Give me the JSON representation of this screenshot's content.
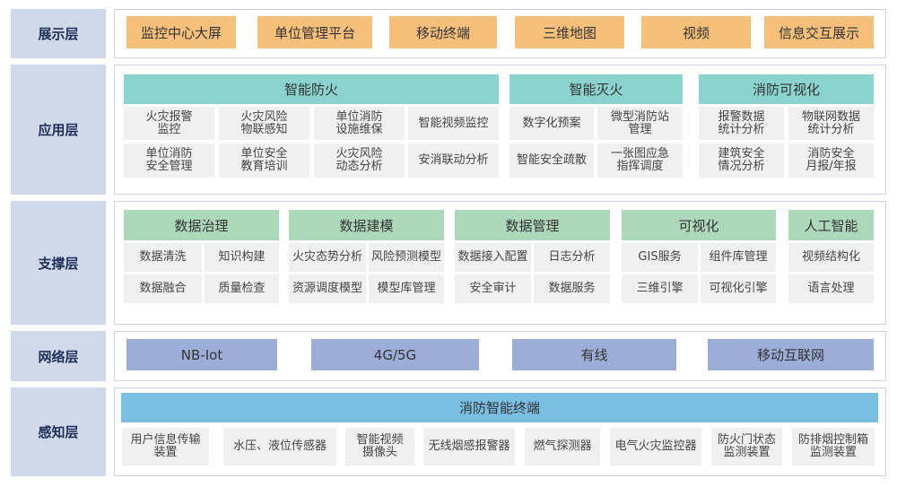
{
  "layers": {
    "display": {
      "label": "展示层",
      "items": [
        "监控中心大屏",
        "单位管理平台",
        "移动终端",
        "三维地图",
        "视频",
        "信息交互展示"
      ]
    },
    "application": {
      "label": "应用层",
      "groups": [
        {
          "title": "智能防火",
          "items": [
            "火灾报警\n监控",
            "火灾风险\n物联感知",
            "单位消防\n设施维保",
            "智能视频监控",
            "单位消防\n安全管理",
            "单位安全\n教育培训",
            "火灾风险\n动态分析",
            "安消联动分析"
          ]
        },
        {
          "title": "智能灭火",
          "items": [
            "数字化预案",
            "微型消防站\n管理",
            "智能安全疏散",
            "一张图应急\n指挥调度"
          ]
        },
        {
          "title": "消防可视化",
          "items": [
            "报警数据\n统计分析",
            "物联网数据\n统计分析",
            "建筑安全\n情况分析",
            "消防安全\n月报/年报"
          ]
        }
      ]
    },
    "support": {
      "label": "支撑层",
      "groups": [
        {
          "title": "数据治理",
          "items": [
            "数据清洗",
            "知识构建",
            "数据融合",
            "质量检查"
          ]
        },
        {
          "title": "数据建模",
          "items": [
            "火灾态势分析",
            "风险预测模型",
            "资源调度模型",
            "模型库管理"
          ]
        },
        {
          "title": "数据管理",
          "items": [
            "数据接入配置",
            "日志分析",
            "安全审计",
            "数据服务"
          ]
        },
        {
          "title": "可视化",
          "items": [
            "GIS服务",
            "组件库管理",
            "三维引擎",
            "可视化引擎"
          ]
        },
        {
          "title": "人工智能",
          "items": [
            "视频结构化",
            "语言处理"
          ]
        }
      ]
    },
    "network": {
      "label": "网络层",
      "items": [
        "NB-Iot",
        "4G/5G",
        "有线",
        "移动互联网"
      ]
    },
    "perception": {
      "label": "感知层",
      "header": "消防智能终端",
      "items": [
        "用户信息传输\n装置",
        "水压、液位传感器",
        "智能视频\n摄像头",
        "无线烟感报警器",
        "燃气探测器",
        "电气火灾监控器",
        "防火门状态\n监测装置",
        "防排烟控制箱\n监测装置"
      ]
    }
  },
  "colors": {
    "layer_label": "#cfd9ea",
    "display_items": "#f7c07a",
    "application_headers": "#8ad3cf",
    "support_headers": "#acd9ba",
    "network_items": "#9cadd7",
    "perception_header": "#79bfe3",
    "cells": "#f0f0f0"
  }
}
